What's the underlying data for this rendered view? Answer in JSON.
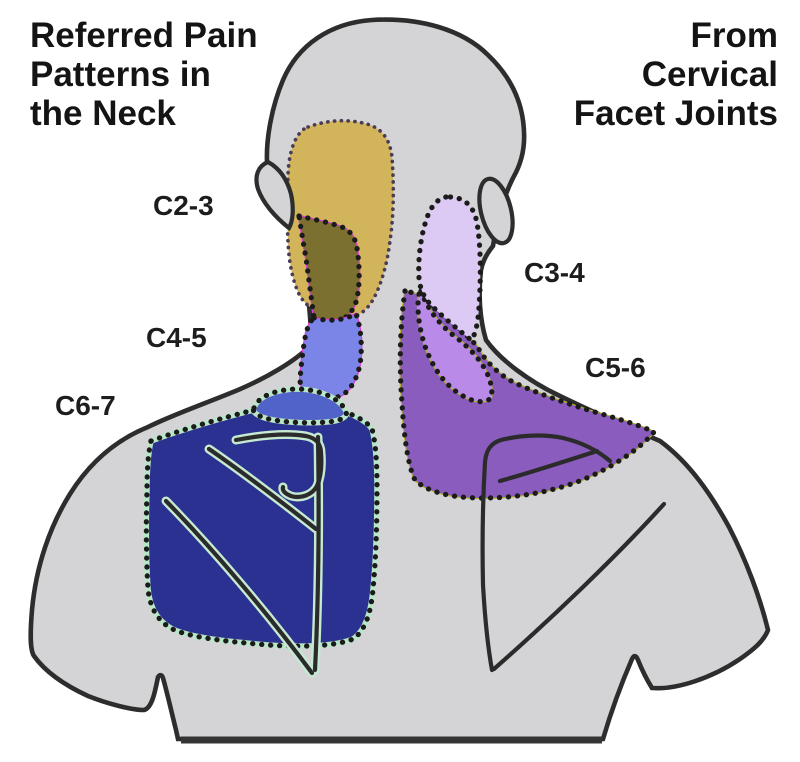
{
  "header": {
    "title_left_lines": [
      "Referred Pain",
      "Patterns in",
      "the Neck"
    ],
    "title_right_lines": [
      "From",
      "Cervical",
      "Facet Joints"
    ]
  },
  "labels": {
    "c2_3": "C2-3",
    "c3_4": "C3-4",
    "c4_5": "C4-5",
    "c5_6": "C5-6",
    "c6_7": "C6-7"
  },
  "colors": {
    "background": "#ffffff",
    "body": "#d4d4d6",
    "outline": "#2d2d2d",
    "c2_3": "#d2b45a",
    "c2_3_overlap": "#7c7030",
    "c3_4": "#ddcaf4",
    "c4_5": "#7b85e8",
    "c4_5_deep": "#5162c9",
    "c5_6": "#8a5cbd",
    "c5_6_light": "#b98ae8",
    "c6_7": "#2a3190",
    "dot_outline": "#1b1b1b",
    "mint_halo": "#b9e6c9",
    "magenta_outline": "#e03ce0",
    "bottom_bar": "#343434"
  }
}
